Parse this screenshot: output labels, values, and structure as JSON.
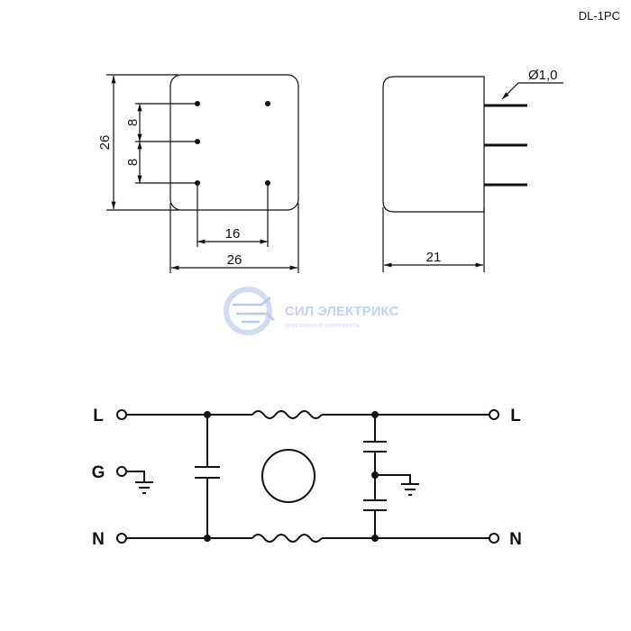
{
  "model": "DL-1PC",
  "dimensions": {
    "height": "26",
    "pin_pitch_1": "8",
    "pin_pitch_2": "8",
    "pin_spacing": "16",
    "width": "26",
    "depth": "21",
    "pin_diameter": "Ø1,0"
  },
  "watermark": {
    "brand": "СИЛ ЭЛЕКТРИКС",
    "tagline": "электронные компоненты",
    "color": "#9db8e6"
  },
  "schematic": {
    "left_terminals": [
      "L",
      "G",
      "N"
    ],
    "right_terminals": [
      "L",
      "N"
    ]
  }
}
